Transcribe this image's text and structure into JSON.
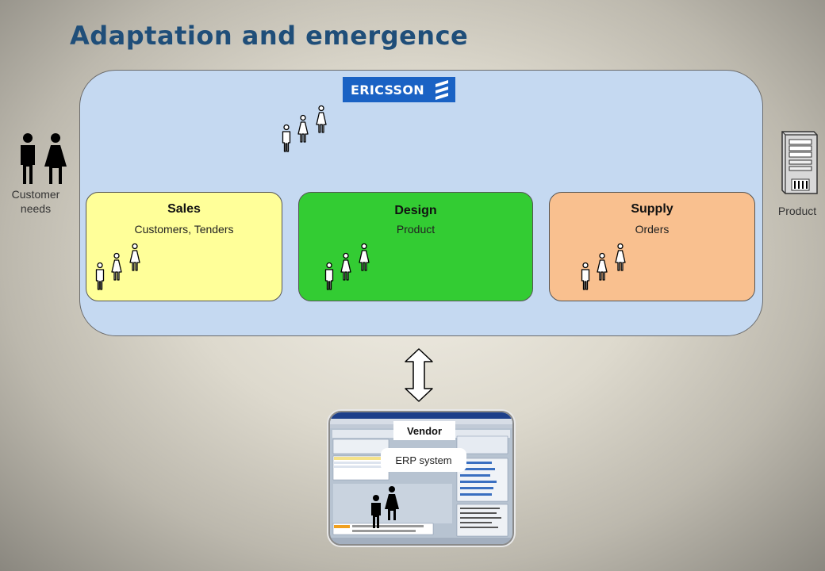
{
  "title": "Adaptation and emergence",
  "logo": {
    "text": "ERICSSON"
  },
  "departments": [
    {
      "name": "Sales",
      "subtitle": "Customers, Tenders",
      "color": "#ffff99"
    },
    {
      "name": "Design",
      "subtitle": "Product",
      "color": "#33cc33"
    },
    {
      "name": "Supply",
      "subtitle": "Orders",
      "color": "#f9c08f"
    }
  ],
  "external": {
    "customer_label": "Customer needs",
    "product_label": "Product"
  },
  "erp": {
    "vendor_label": "Vendor",
    "system_label": "ERP system"
  },
  "colors": {
    "title": "#1f4e79",
    "organization": "#c5d9f1",
    "logo": "#1a62c4"
  },
  "icons": [
    "people-group-icon",
    "customer-couple-icon",
    "server-icon",
    "double-arrow-icon"
  ]
}
